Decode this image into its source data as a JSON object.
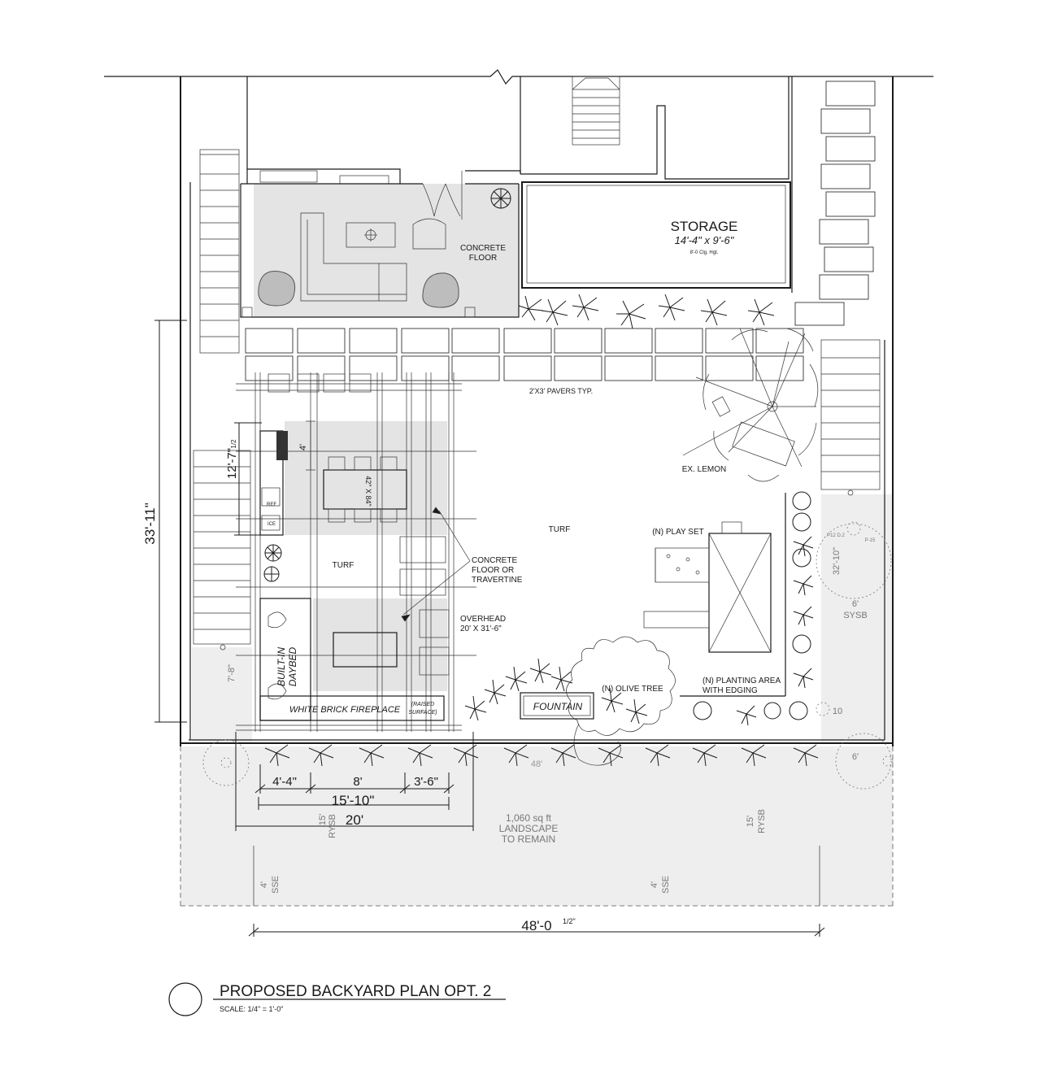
{
  "labels": {
    "storage": "STORAGE",
    "storage_dims": "14'-4\" x 9'-6\"",
    "storage_clg": "8'-0 Clg. Hgt.",
    "concrete_floor_1": "CONCRETE",
    "concrete_floor_2": "FLOOR",
    "pavers": "2'X3' PAVERS TYP.",
    "ex_lemon": "EX. LEMON",
    "turf_main": "TURF",
    "turf_left": "TURF",
    "play_set": "(N) PLAY SET",
    "concrete_travertine_1": "CONCRETE",
    "concrete_travertine_2": "FLOOR OR",
    "concrete_travertine_3": "TRAVERTINE",
    "overhead_1": "OVERHEAD",
    "overhead_2": "20' X 31'-6\"",
    "table_size": "42\" X 84\"",
    "ref": "REF",
    "ice": "ICE",
    "builtin_1": "BUILT-IN",
    "builtin_2": "DAYBED",
    "fireplace": "WHITE BRICK FIREPLACE",
    "raised_1": "(RAISED",
    "raised_2": "SURFACE)",
    "fountain": "FOUNTAIN",
    "olive_tree": "(N) OLIVE TREE",
    "planting_1": "(N) PLANTING AREA",
    "planting_2": "WITH EDGING",
    "landscape_1": "1,060 sq ft",
    "landscape_2": "LANDSCAPE",
    "landscape_3": "TO REMAIN",
    "sysb_1": "6'",
    "sysb_2": "SYSB",
    "rysb_left_1": "15'",
    "rysb_left_2": "RYSB",
    "rysb_right_1": "15'",
    "rysb_right_2": "RYSB",
    "sse_left_1": "4'",
    "sse_left_2": "SSE",
    "sse_mid_1": "4'",
    "sse_mid_2": "SSE",
    "six_ft_right": "6'",
    "p10": "10",
    "p12": "P12 D.2",
    "p15": "P-15",
    "forty_eight_light": "48'"
  },
  "dimensions": {
    "depth": "33'-11\"",
    "depth_right": "32'-10\"",
    "counter": "12'-7\"",
    "counter_frac": "1/2",
    "four_ft": "4'",
    "four_ft_left": "7'-8\"",
    "seg_a": "4'-4\"",
    "seg_b": "8'",
    "seg_c": "3'-6\"",
    "overall_a": "15'-10\"",
    "overall_b": "20'",
    "width": "48'-0",
    "width_frac": "1/2\""
  },
  "title": {
    "main": "PROPOSED BACKYARD PLAN OPT. 2",
    "scale": "SCALE: 1/4\" = 1'-0\""
  }
}
